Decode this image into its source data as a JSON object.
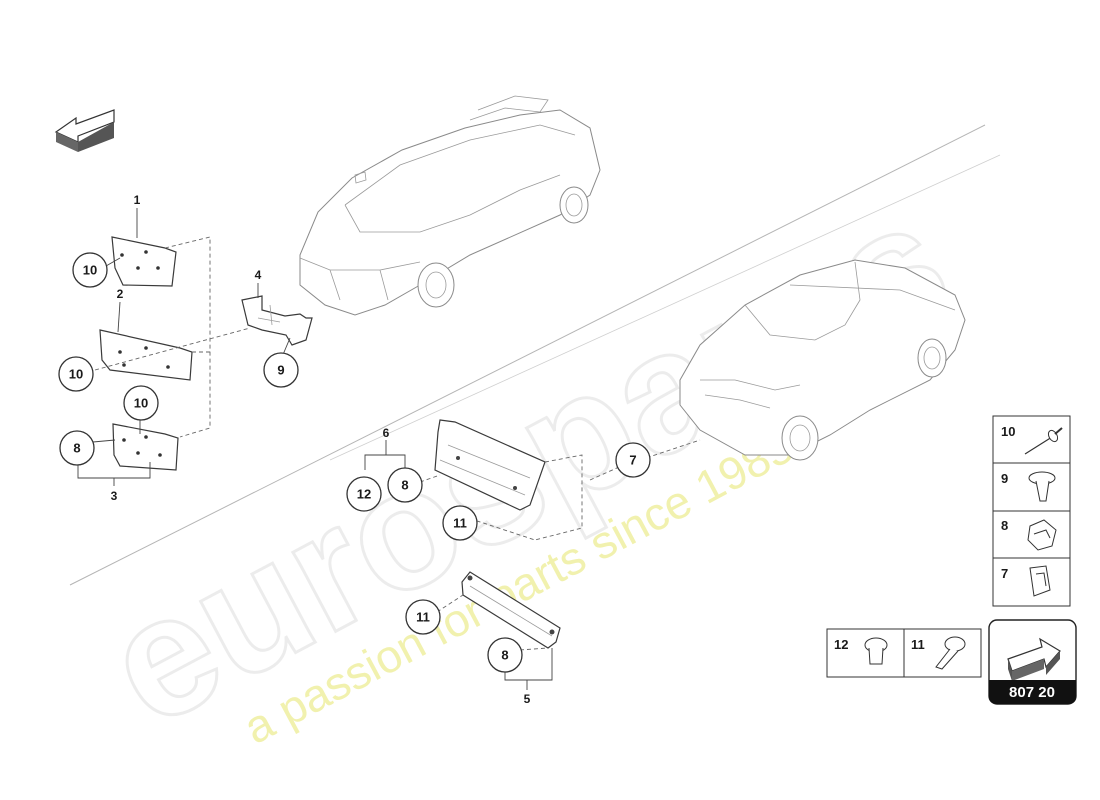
{
  "diagram": {
    "callouts": {
      "c_10a": "10",
      "c_10b": "10",
      "c_10c": "10",
      "c_8a": "8",
      "c_9": "9",
      "c_12": "12",
      "c_8b": "8",
      "c_11a": "11",
      "c_11b": "11",
      "c_8c": "8",
      "c_7": "7"
    },
    "labels": {
      "l_1": "1",
      "l_2": "2",
      "l_3": "3",
      "l_4": "4",
      "l_5": "5",
      "l_6": "6"
    },
    "legend": {
      "items": [
        "10",
        "9",
        "8",
        "7"
      ],
      "bottom_items": [
        "12",
        "11"
      ]
    },
    "page_number": "807 20",
    "watermark": {
      "brand": "eurospares",
      "tagline": "a passion for parts since 1985"
    },
    "icons": {
      "direction_left": "arrow-left-icon",
      "direction_right": "arrow-right-icon"
    }
  }
}
